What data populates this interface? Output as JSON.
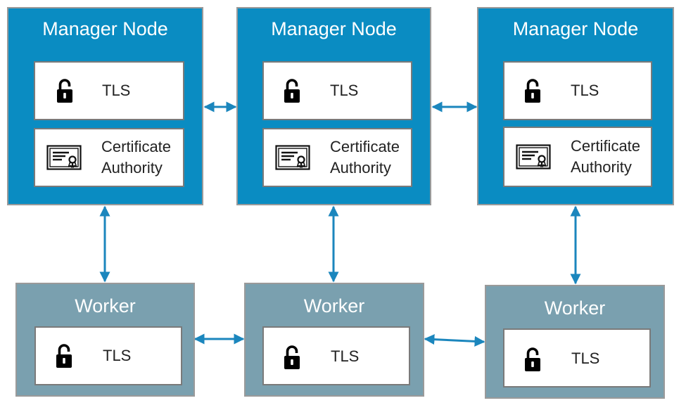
{
  "colors": {
    "manager_fill": "#0a8cc2",
    "worker_fill": "#7aa0af",
    "border": "#9a9a9a",
    "connector": "#1b86bd"
  },
  "icons": {
    "tls": "padlock-icon",
    "ca": "certificate-icon"
  },
  "managers": [
    {
      "title": "Manager Node",
      "tls_label": "TLS",
      "ca_label_line1": "Certificate",
      "ca_label_line2": "Authority"
    },
    {
      "title": "Manager Node",
      "tls_label": "TLS",
      "ca_label_line1": "Certificate",
      "ca_label_line2": "Authority"
    },
    {
      "title": "Manager Node",
      "tls_label": "TLS",
      "ca_label_line1": "Certificate",
      "ca_label_line2": "Authority"
    }
  ],
  "workers": [
    {
      "title": "Worker",
      "tls_label": "TLS"
    },
    {
      "title": "Worker",
      "tls_label": "TLS"
    },
    {
      "title": "Worker",
      "tls_label": "TLS"
    }
  ]
}
